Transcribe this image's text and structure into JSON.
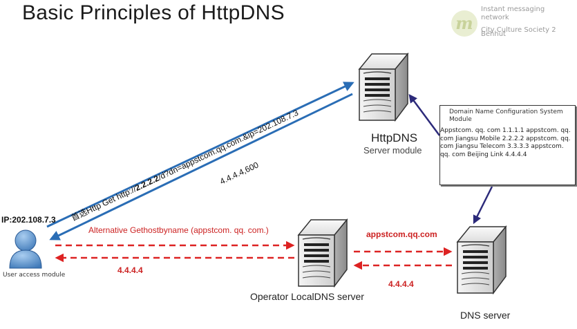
{
  "title": "Basic Principles of HttpDNS",
  "watermark": {
    "line1": "Instant messaging",
    "line2": "network",
    "line3": "City Culture Society 2",
    "line4": "Behhut"
  },
  "nodes": {
    "httpdns": {
      "name": "HttpDNS",
      "subtitle": "Server module"
    },
    "localdns": {
      "name": "Operator LocalDNS server"
    },
    "dns": {
      "name": "DNS server"
    },
    "user": {
      "ip": "IP:202.108.7.3",
      "name": "User access module"
    }
  },
  "config_box": {
    "title": "Domain Name Configuration System Module",
    "body": "Appstcom. qq. com 1.1.1.1 appstcom. qq. com Jiangsu Mobile 2.2.2.2 appstcom. qq. com Jiangsu Telecom 3.3.3.3 appstcom. qq. com Beijing Link 4.4.4.4"
  },
  "edges": {
    "http_request_prefix": "首选Http Get http://",
    "http_request_ip": "2.2.2.2",
    "http_request_suffix": "/d?dn=appstcom.qq.com.&ip=202.108.7.3",
    "http_response": "4.4.4.4,600",
    "gethost_request": "Alternative Gethostbyname (appstcom. qq. com.)",
    "gethost_response": "4.4.4.4",
    "dns_request": "appstcom.qq.com",
    "dns_response": "4.4.4.4"
  },
  "colors": {
    "blue_arrow": "#2a6db5",
    "red_arrow": "#dd2222",
    "navy_arrow": "#2c2a7a"
  },
  "icons": [
    "server-icon",
    "user-icon"
  ]
}
